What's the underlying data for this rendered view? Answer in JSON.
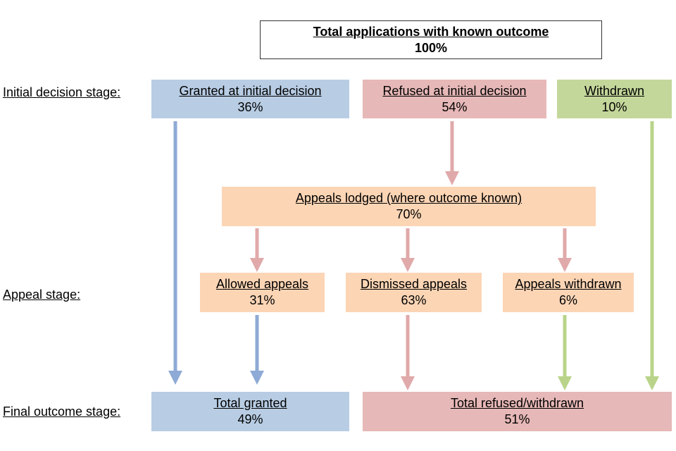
{
  "colors": {
    "granted": "#b8cde4",
    "refused": "#e6b8b7",
    "withdrawn": "#c4d79b",
    "appeal": "#fcd5b5",
    "arrow_blue": "#8eaad6",
    "arrow_red": "#e0a9aa",
    "arrow_green": "#b9d48a"
  },
  "stages": {
    "initial": "Initial decision stage:",
    "appeal": "Appeal stage:",
    "final": "Final outcome stage:"
  },
  "boxes": {
    "total": {
      "title": "Total applications with known outcome",
      "pct": "100%"
    },
    "granted_initial": {
      "title": "Granted at initial decision",
      "pct": "36%"
    },
    "refused_initial": {
      "title": "Refused at initial decision",
      "pct": "54%"
    },
    "withdrawn": {
      "title": "Withdrawn",
      "pct": "10%"
    },
    "appeals_lodged": {
      "title": "Appeals lodged (where outcome known)",
      "pct": "70%"
    },
    "allowed_appeals": {
      "title": "Allowed appeals",
      "pct": "31%"
    },
    "dismissed_appeals": {
      "title": "Dismissed appeals",
      "pct": "63%"
    },
    "appeals_withdrawn": {
      "title": "Appeals withdrawn",
      "pct": "6%"
    },
    "total_granted": {
      "title": "Total granted",
      "pct": "49%"
    },
    "total_refused": {
      "title": "Total refused/withdrawn",
      "pct": "51%"
    }
  }
}
